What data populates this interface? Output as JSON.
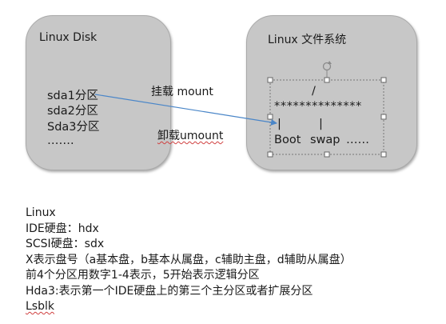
{
  "disk": {
    "title": "Linux Disk",
    "items": [
      "sda1分区",
      "sda2分区",
      "Sda3分区",
      "……."
    ]
  },
  "filesystem": {
    "title": "Linux 文件系统",
    "root": "/",
    "stars": "**************",
    "pipe_left": "|",
    "pipe_right": "|",
    "dirs": [
      "Boot",
      "swap",
      "……"
    ]
  },
  "arrow": {
    "mount_label": "挂载 mount",
    "umount_label": "卸载umount",
    "color": "#4a86c8"
  },
  "notes": [
    "Linux",
    "IDE硬盘：hdx",
    "SCSI硬盘：sdx",
    "X表示盘号（a基本盘，b基本从属盘，c辅助主盘，d辅助从属盘）",
    "前4个分区用数字1-4表示，5开始表示逻辑分区",
    "Hda3:表示第一个IDE硬盘上的第三个主分区或者扩展分区",
    "Lsblk"
  ]
}
